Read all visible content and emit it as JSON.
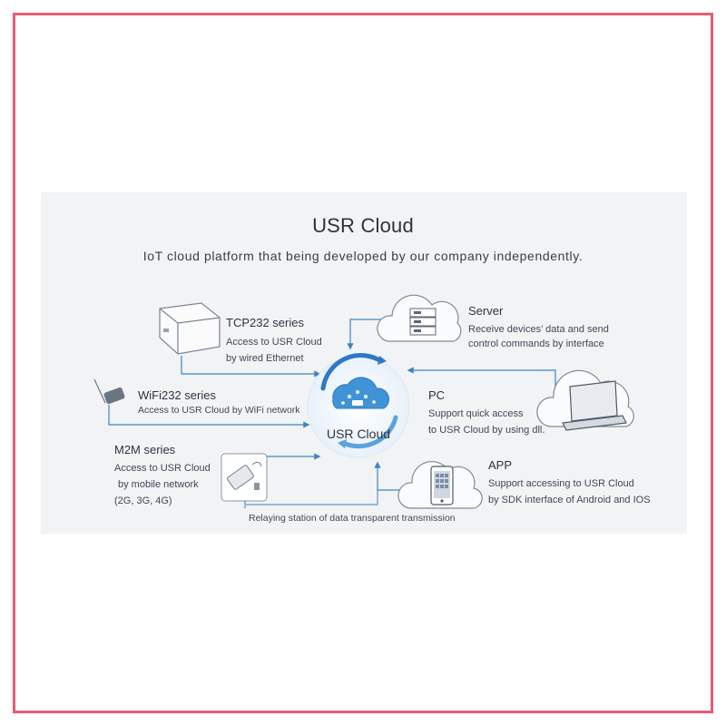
{
  "title": "USR Cloud",
  "subtitle": "IoT cloud platform that being developed by our company independently.",
  "hub": {
    "label": "USR Cloud"
  },
  "tcp232": {
    "heading": "TCP232 series",
    "line1": "Access to USR Cloud",
    "line2": "by wired Ethernet"
  },
  "wifi232": {
    "heading": "WiFi232 series",
    "line1": "Access to USR Cloud by WiFi network"
  },
  "m2m": {
    "heading": "M2M series",
    "line1": "Access to USR Cloud",
    "line2": "by mobile network",
    "line3": "(2G, 3G, 4G)"
  },
  "server": {
    "heading": "Server",
    "line1": "Receive devices’ data and send",
    "line2": "control commands by interface"
  },
  "pc": {
    "heading": "PC",
    "line1": "Support quick access",
    "line2": "to USR Cloud by using dll."
  },
  "app": {
    "heading": "APP",
    "line1": "Support accessing to USR Cloud",
    "line2": "by SDK interface of Android and IOS"
  },
  "footer": "Relaying station of data transparent transmission",
  "colors": {
    "frame": "#e95a73",
    "panel": "#f2f3f4",
    "accent": "#2e78c7",
    "line": "#3a86c8"
  }
}
